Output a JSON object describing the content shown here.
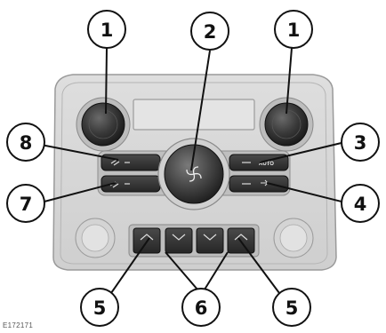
{
  "figure": {
    "code": "E172171"
  },
  "callouts": [
    {
      "id": "c1-left",
      "number": "1"
    },
    {
      "id": "c2",
      "number": "2"
    },
    {
      "id": "c1-right",
      "number": "1"
    },
    {
      "id": "c8",
      "number": "8"
    },
    {
      "id": "c3",
      "number": "3"
    },
    {
      "id": "c7",
      "number": "7"
    },
    {
      "id": "c4",
      "number": "4"
    },
    {
      "id": "c5-left",
      "number": "5"
    },
    {
      "id": "c6",
      "number": "6"
    },
    {
      "id": "c5-right",
      "number": "5"
    }
  ],
  "panel": {
    "auto_label": "AUTO"
  },
  "colors": {
    "panel_bg": "#d9d9d9",
    "bezel": "#c4c4c4",
    "knob_dark": "#2a2a2a",
    "button_dark": "#333333",
    "line": "#111111"
  }
}
